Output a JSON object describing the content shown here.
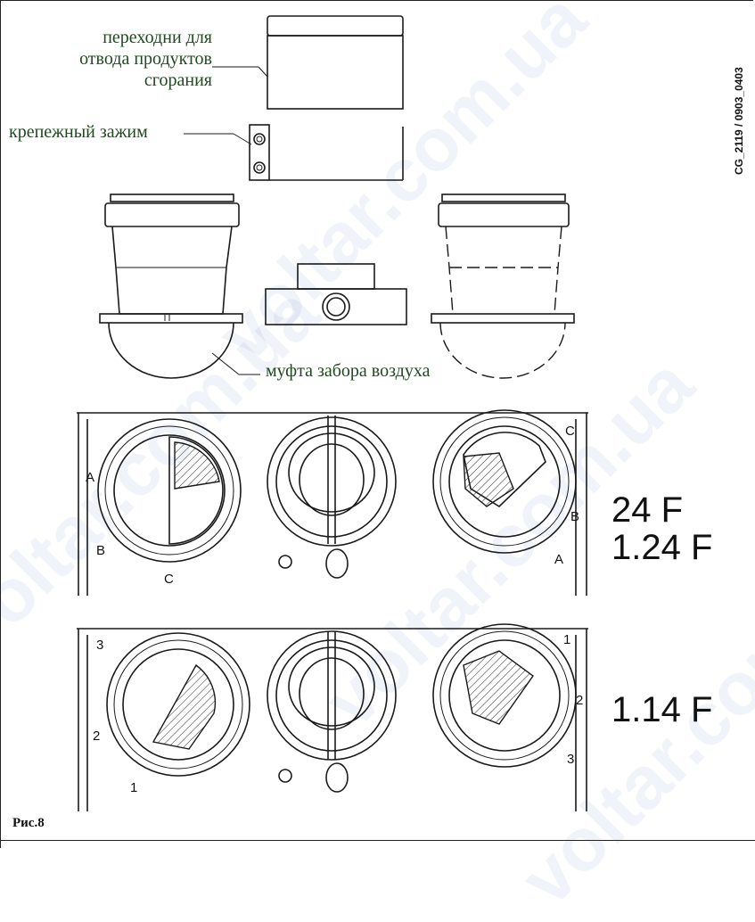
{
  "labels": {
    "flue_adapters": [
      "переходни для",
      "отвода продуктов",
      "сгорания"
    ],
    "clamp": "крепежный зажим",
    "air_coupling": "муфта забора воздуха"
  },
  "doc_code": "CG_2119 / 0903_0403",
  "figure_label": "Рис.8",
  "models": {
    "row1_line1": "24 F",
    "row1_line2": "1.24 F",
    "row2": "1.14 F"
  },
  "markers_row1": {
    "left_a": "A",
    "left_b": "B",
    "left_c": "C",
    "right_c": "C",
    "right_b": "B",
    "right_a": "A"
  },
  "markers_row2": {
    "left_3": "3",
    "left_2": "2",
    "left_1": "1",
    "right_1": "1",
    "right_2": "2",
    "right_3": "3"
  },
  "watermark": "voltar.com.ua"
}
